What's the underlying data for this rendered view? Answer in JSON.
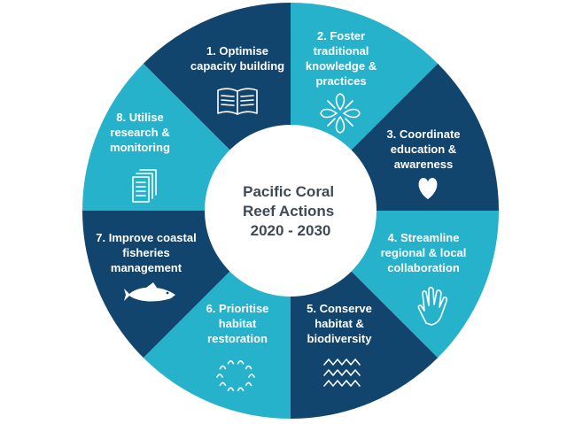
{
  "center": {
    "lines": [
      "Pacific Coral",
      "Reef Actions",
      "2020 - 2030"
    ]
  },
  "colors": {
    "dark": "#12456e",
    "light": "#27b2cc",
    "center_fill": "#ffffff",
    "center_text": "#3f4a55"
  },
  "actions": [
    {
      "lines": [
        "1. Optimise",
        "capacity building"
      ],
      "icon": "book-icon",
      "shade": "dark"
    },
    {
      "lines": [
        "2. Foster",
        "traditional",
        "knowledge &",
        "practices"
      ],
      "icon": "tapa-pattern-icon",
      "shade": "light"
    },
    {
      "lines": [
        "3. Coordinate",
        "education &",
        "awareness"
      ],
      "icon": "heart-icon",
      "shade": "dark"
    },
    {
      "lines": [
        "4. Streamline",
        "regional & local",
        "collaboration"
      ],
      "icon": "hand-icon",
      "shade": "light"
    },
    {
      "lines": [
        "5. Conserve",
        "habitat &",
        "biodiversity"
      ],
      "icon": "waves-icon",
      "shade": "dark"
    },
    {
      "lines": [
        "6. Prioritise",
        "habitat",
        "restoration"
      ],
      "icon": "circle-dots-icon",
      "shade": "light"
    },
    {
      "lines": [
        "7. Improve coastal",
        "fisheries",
        "management"
      ],
      "icon": "fish-icon",
      "shade": "dark"
    },
    {
      "lines": [
        "8. Utilise",
        "research &",
        "monitoring"
      ],
      "icon": "documents-icon",
      "shade": "light"
    }
  ]
}
